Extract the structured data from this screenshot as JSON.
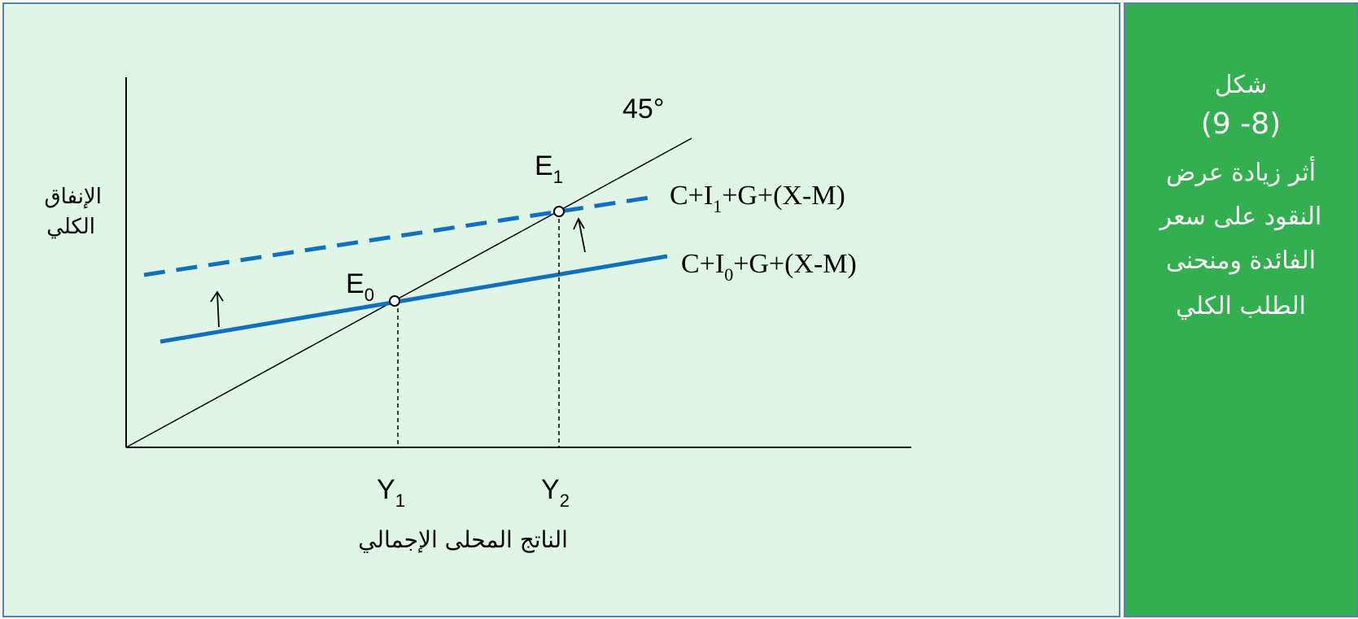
{
  "side": {
    "title": "شكل",
    "number": "(9  -8)",
    "caption_lines": [
      "أثر زيادة عرض",
      "النقود على سعر",
      "الفائدة ومنحنى",
      "الطلب الكلي"
    ]
  },
  "diagram": {
    "y_axis_label_lines": [
      "الإنفاق",
      "الكلي"
    ],
    "x_axis_label": "الناتج المحلى الإجمالي",
    "angle_label": "45°",
    "y1": {
      "base": "Y",
      "sub": "1"
    },
    "y2": {
      "base": "Y",
      "sub": "2"
    },
    "e0": {
      "base": "E",
      "sub": "0"
    },
    "e1": {
      "base": "E",
      "sub": "1"
    },
    "curve_upper": {
      "pre": "C+I",
      "sub": "1",
      "post": "+G+(X-M)"
    },
    "curve_lower": {
      "pre": "C+I",
      "sub": "0",
      "post": "+G+(X-M)"
    }
  },
  "colors": {
    "panel_bg": "#dff5e6",
    "side_bg": "#33af4f",
    "curve_blue": "#1070c0",
    "border_blue": "#4f81bd"
  }
}
